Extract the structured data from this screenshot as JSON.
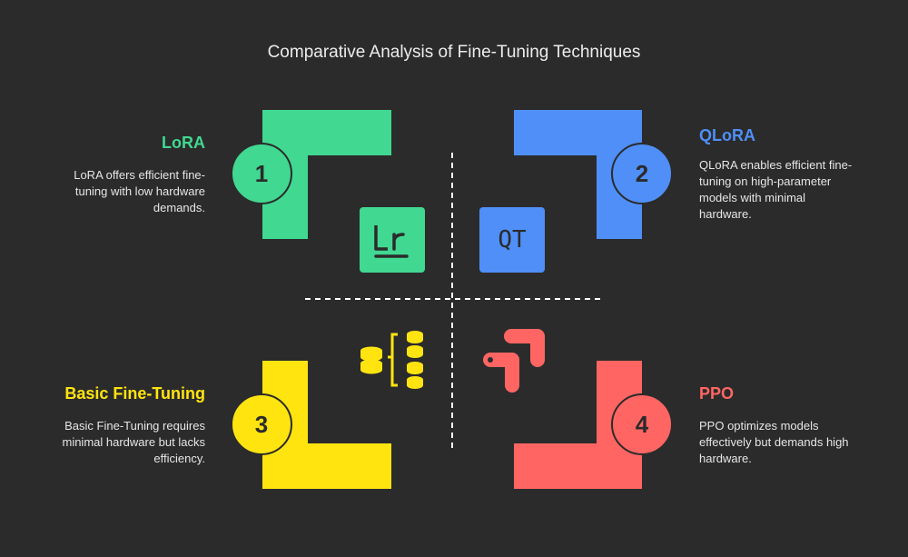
{
  "title": "Comparative Analysis of Fine-Tuning Techniques",
  "colors": {
    "background": "#2b2b2b",
    "lora": "#41d891",
    "qlora": "#4f8ff7",
    "basic": "#ffe410",
    "ppo": "#ff6663"
  },
  "quadrants": {
    "lora": {
      "number": "1",
      "heading": "LoRA",
      "description": "LoRA offers efficient fine-tuning with low hardware demands.",
      "icon": "lr-logo-icon",
      "icon_text": "Lr"
    },
    "qlora": {
      "number": "2",
      "heading": "QLoRA",
      "description": "QLoRA enables efficient fine-tuning on high-parameter models with minimal hardware.",
      "icon": "qt-logo-icon",
      "icon_text": "QT"
    },
    "basic": {
      "number": "3",
      "heading": "Basic Fine-Tuning",
      "description": "Basic Fine-Tuning requires minimal hardware but lacks efficiency.",
      "icon": "database-stack-icon"
    },
    "ppo": {
      "number": "4",
      "heading": "PPO",
      "description": "PPO optimizes models effectively but demands high hardware.",
      "icon": "analytics-icon"
    }
  }
}
